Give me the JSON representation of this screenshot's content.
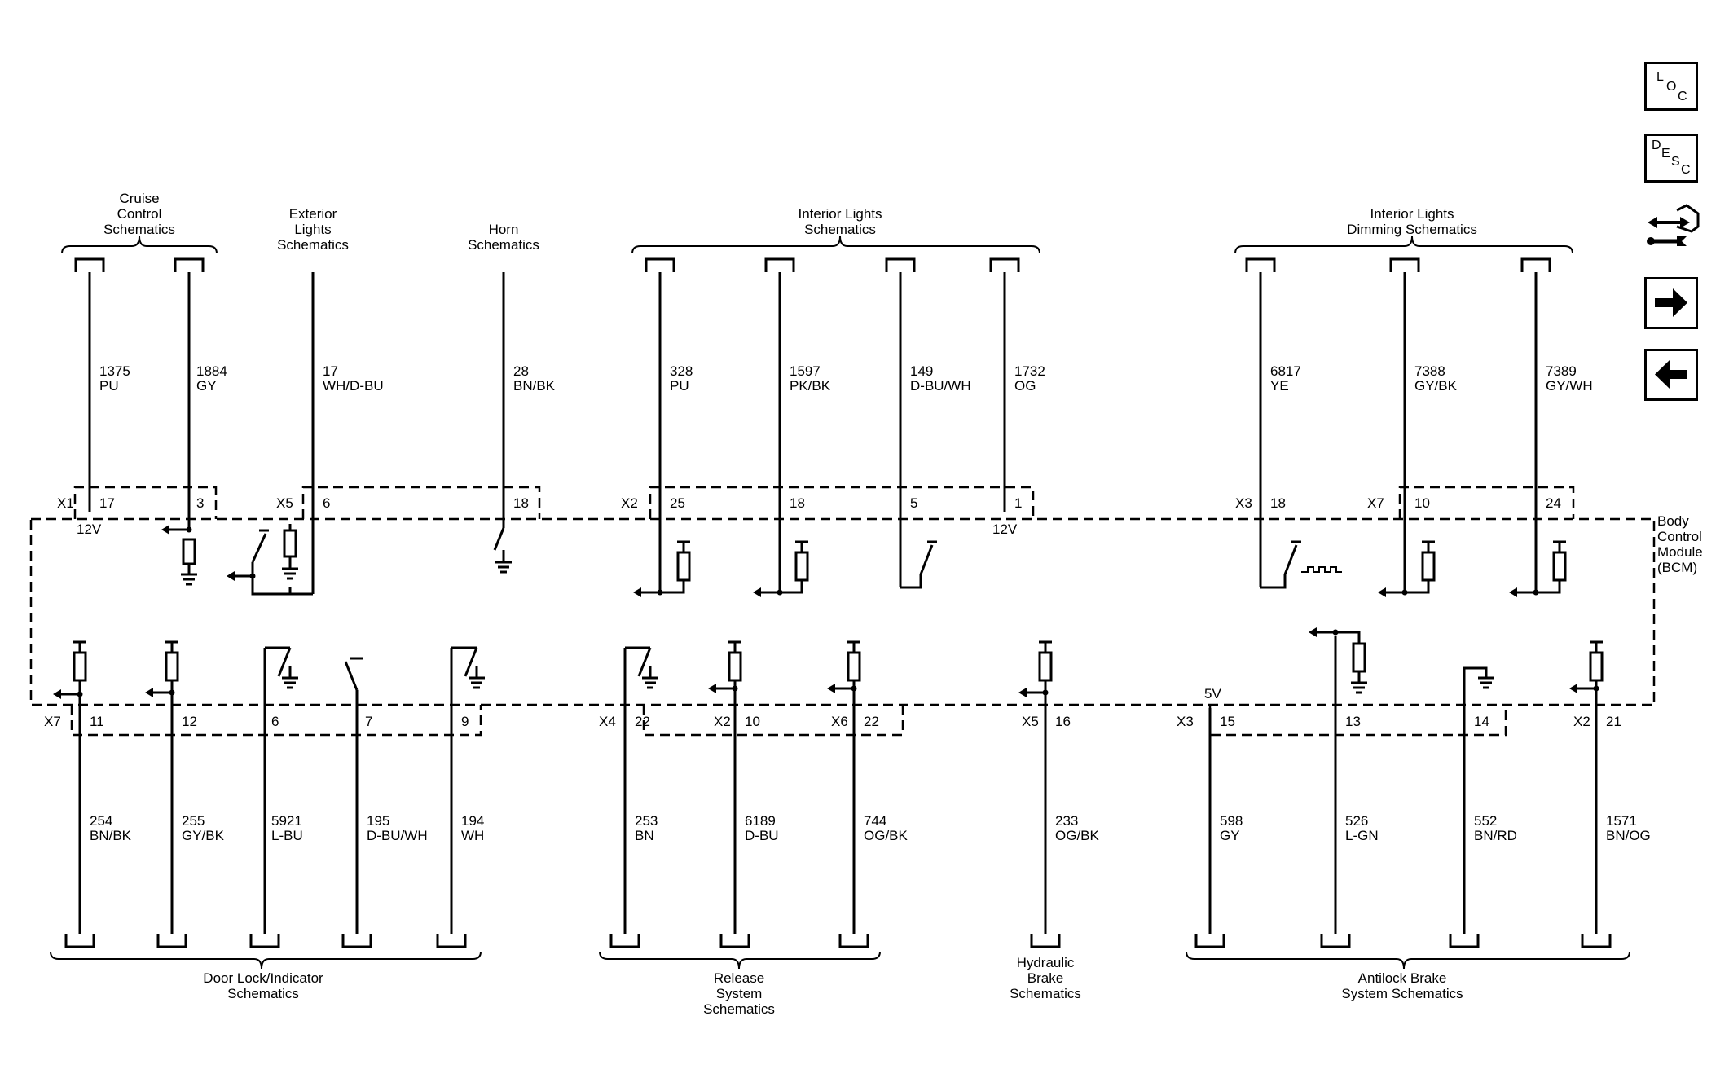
{
  "connectors": {
    "x1": "X1",
    "x5": "X5",
    "x2": "X2",
    "x3": "X3",
    "x7": "X7",
    "x4": "X4",
    "x6": "X6"
  },
  "voltages": {
    "v12": "12V",
    "v5": "5V"
  },
  "module_label": [
    "Body",
    "Control",
    "Module",
    "(BCM)"
  ],
  "top_groups": [
    {
      "lines": [
        "Cruise",
        "Control",
        "Schematics"
      ]
    },
    {
      "lines": [
        "Exterior",
        "Lights",
        "Schematics"
      ]
    },
    {
      "lines": [
        "Horn",
        "Schematics"
      ]
    },
    {
      "lines": [
        "Interior Lights",
        "Schematics"
      ]
    },
    {
      "lines": [
        "Interior Lights",
        "Dimming Schematics"
      ]
    }
  ],
  "bottom_groups": [
    {
      "lines": [
        "Door Lock/Indicator",
        "Schematics"
      ]
    },
    {
      "lines": [
        "Release",
        "System",
        "Schematics"
      ]
    },
    {
      "lines": [
        "Hydraulic",
        "Brake",
        "Schematics"
      ]
    },
    {
      "lines": [
        "Antilock Brake",
        "System Schematics"
      ]
    }
  ],
  "top_wires": [
    {
      "circuit": "1375",
      "color": "PU",
      "pin": "17"
    },
    {
      "circuit": "1884",
      "color": "GY",
      "pin": "3"
    },
    {
      "circuit": "17",
      "color": "WH/D-BU",
      "pin": "6"
    },
    {
      "circuit": "28",
      "color": "BN/BK",
      "pin": "18"
    },
    {
      "circuit": "328",
      "color": "PU",
      "pin": "25"
    },
    {
      "circuit": "1597",
      "color": "PK/BK",
      "pin": "18"
    },
    {
      "circuit": "149",
      "color": "D-BU/WH",
      "pin": "5"
    },
    {
      "circuit": "1732",
      "color": "OG",
      "pin": "1"
    },
    {
      "circuit": "6817",
      "color": "YE",
      "pin": "18"
    },
    {
      "circuit": "7388",
      "color": "GY/BK",
      "pin": "10"
    },
    {
      "circuit": "7389",
      "color": "GY/WH",
      "pin": "24"
    }
  ],
  "bottom_wires": [
    {
      "circuit": "254",
      "color": "BN/BK",
      "pin": "11"
    },
    {
      "circuit": "255",
      "color": "GY/BK",
      "pin": "12"
    },
    {
      "circuit": "5921",
      "color": "L-BU",
      "pin": "6"
    },
    {
      "circuit": "195",
      "color": "D-BU/WH",
      "pin": "7"
    },
    {
      "circuit": "194",
      "color": "WH",
      "pin": "9"
    },
    {
      "circuit": "253",
      "color": "BN",
      "pin": "22"
    },
    {
      "circuit": "6189",
      "color": "D-BU",
      "pin": "10"
    },
    {
      "circuit": "744",
      "color": "OG/BK",
      "pin": "22"
    },
    {
      "circuit": "233",
      "color": "OG/BK",
      "pin": "16"
    },
    {
      "circuit": "598",
      "color": "GY",
      "pin": "15"
    },
    {
      "circuit": "526",
      "color": "L-GN",
      "pin": "13"
    },
    {
      "circuit": "552",
      "color": "BN/RD",
      "pin": "14"
    },
    {
      "circuit": "1571",
      "color": "BN/OG",
      "pin": "21"
    }
  ],
  "nav": {
    "loc": [
      "L",
      "O",
      "C"
    ],
    "desc": [
      "D",
      "E",
      "S",
      "C"
    ],
    "icons": [
      "connector-end-view-icon",
      "arrow-right-icon",
      "arrow-left-icon"
    ]
  }
}
